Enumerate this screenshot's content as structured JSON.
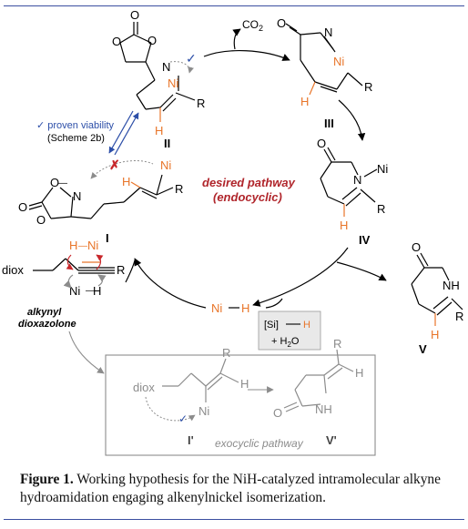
{
  "co2_label": "CO",
  "co2_sub": "2",
  "ni": "Ni",
  "h": "H",
  "r": "R",
  "n": "N",
  "o": "O",
  "nh": "NH",
  "check": "✓",
  "cross": "✗",
  "proven_viability": "proven viability",
  "scheme_ref": "(Scheme 2b)",
  "pathway_line1": "desired pathway",
  "pathway_line2": "(endocyclic)",
  "exocyclic": "exocyclic pathway",
  "dash": "—",
  "si_label": "[Si]",
  "h2o": "+ H",
  "h2o_sub": "2",
  "h2o_end": "O",
  "dioxalone_line1": "alkynyl",
  "dioxalone_line2": "dioxazolone",
  "diox": "diox",
  "labels": {
    "I": "I",
    "II": "II",
    "III": "III",
    "IV": "IV",
    "V": "V",
    "Ip": "I'",
    "Vp": "V'"
  },
  "caption": {
    "bold": "Figure 1.",
    "text": " Working hypothesis for the NiH-catalyzed intramolecular alkyne hydroamidation engaging alkenylnickel isomerization."
  },
  "colors": {
    "orange": "#e8752a",
    "red": "#c8262a",
    "blue": "#2d4fa8",
    "dark_red": "#b0252b",
    "gray": "#8c8c8c",
    "rule": "#3a4ea0"
  }
}
